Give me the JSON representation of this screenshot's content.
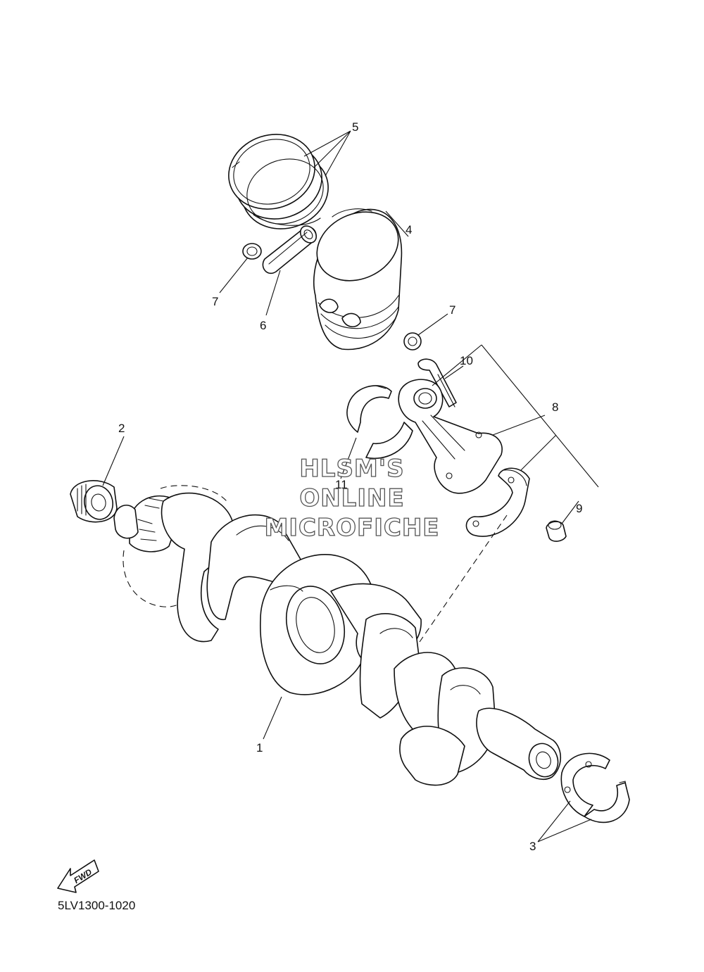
{
  "callouts": {
    "c1": "1",
    "c2": "2",
    "c3": "3",
    "c4": "4",
    "c5": "5",
    "c6": "6",
    "c7a": "7",
    "c7b": "7",
    "c8": "8",
    "c9": "9",
    "c10": "10",
    "c11": "11"
  },
  "watermark": {
    "line1": "HLSM'S",
    "line2": "ONLINE",
    "line3": "MICROFICHE"
  },
  "fwd_label": "FWD",
  "diagram_code": "5LV1300-1020"
}
